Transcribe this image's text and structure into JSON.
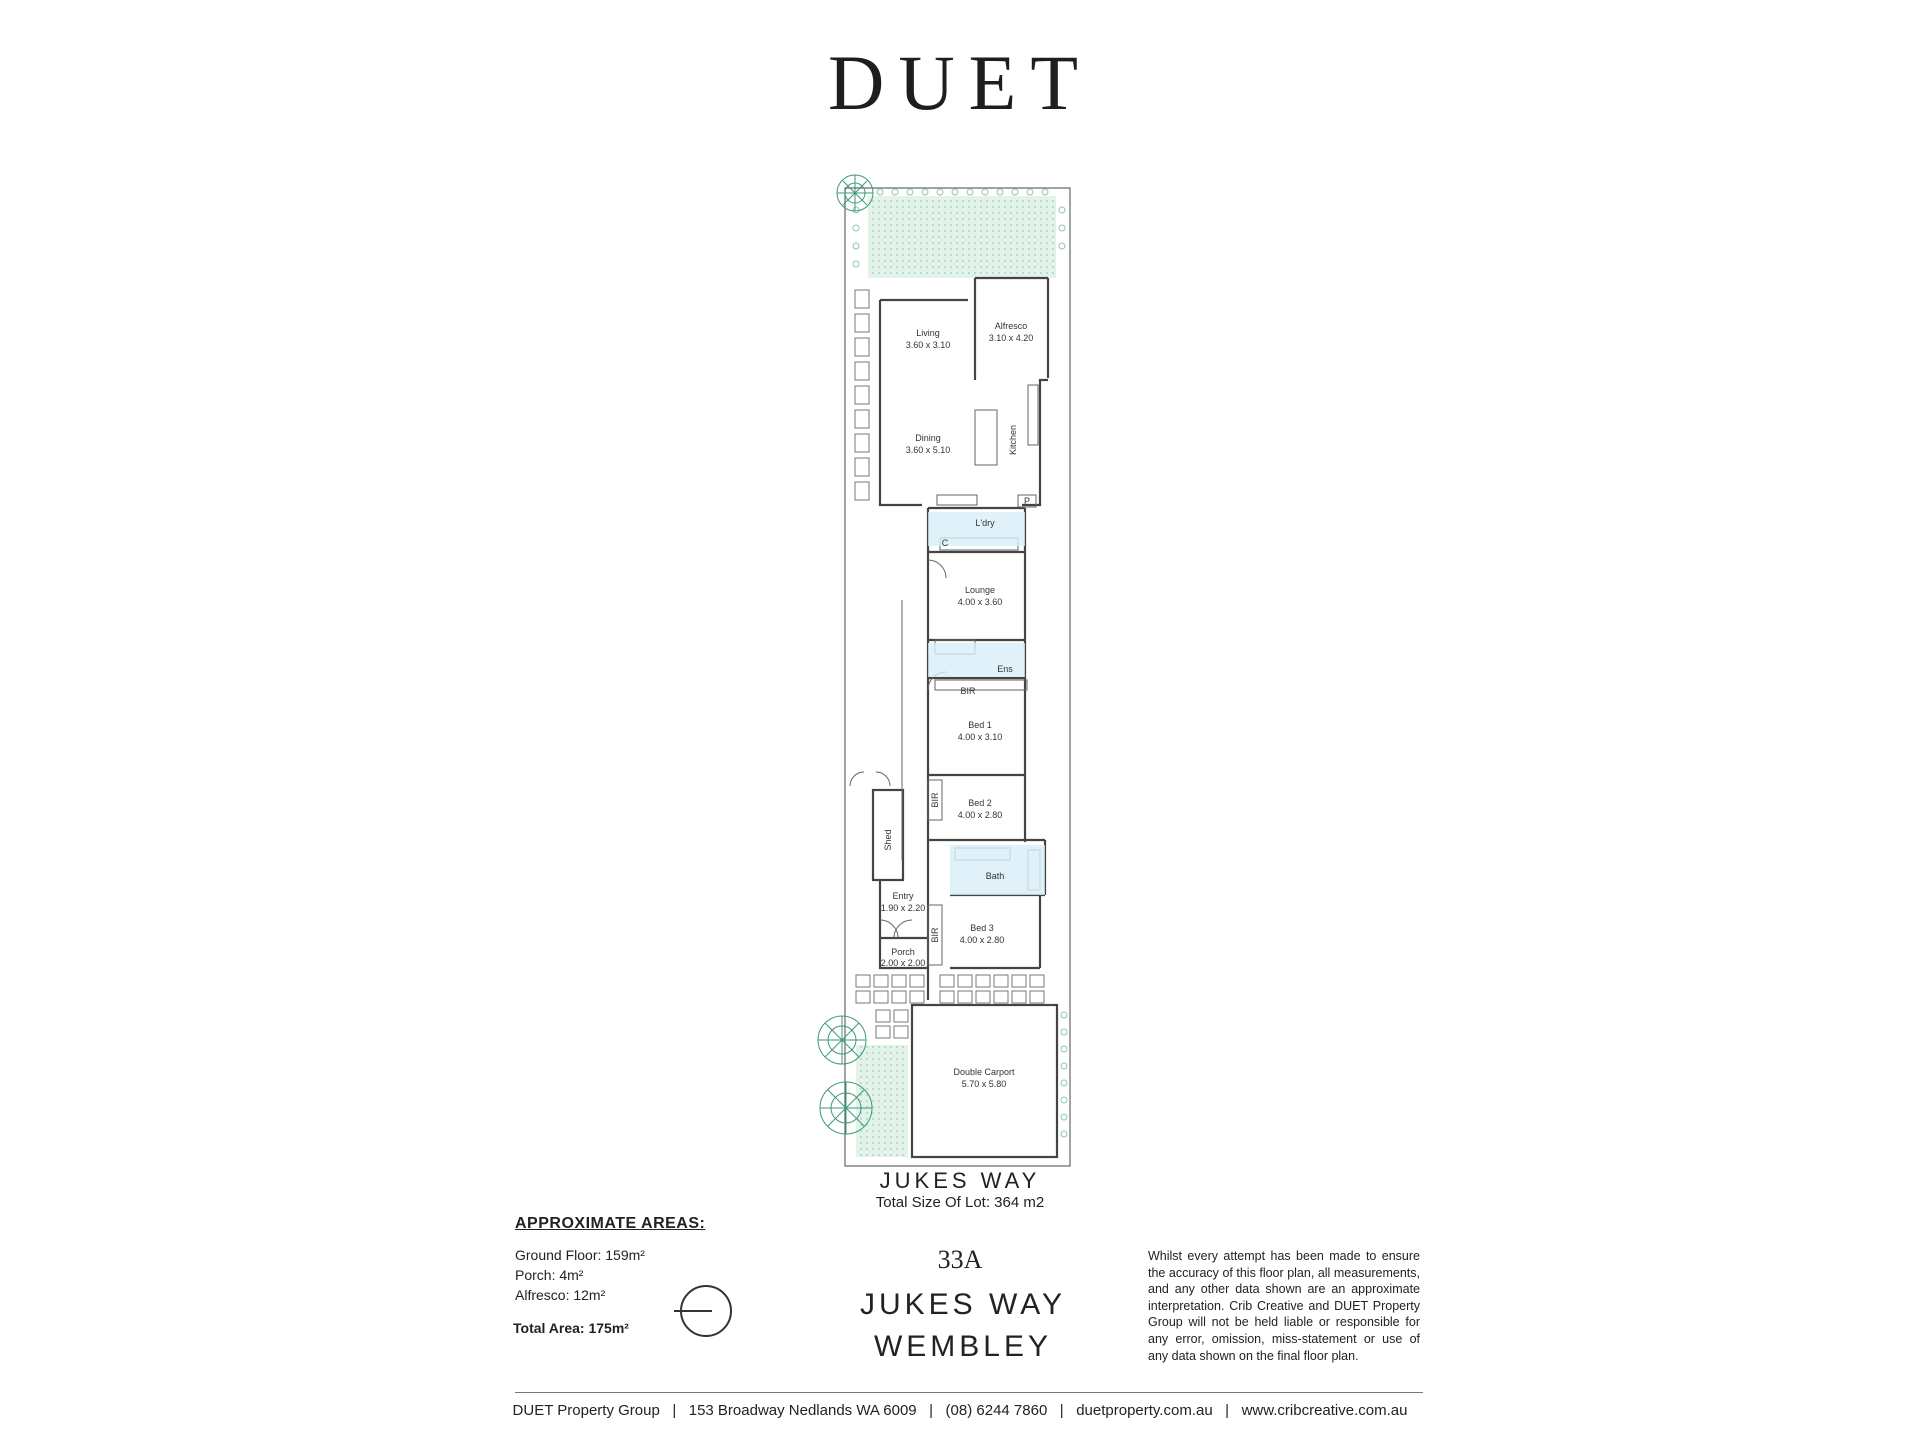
{
  "brand": "DUET",
  "plan": {
    "rooms": [
      {
        "name": "Living",
        "dims": "3.60 x 3.10"
      },
      {
        "name": "Alfresco",
        "dims": "3.10 x 4.20"
      },
      {
        "name": "Dining",
        "dims": "3.60 x 5.10"
      },
      {
        "name": "Kitchen",
        "dims": ""
      },
      {
        "name": "P",
        "dims": ""
      },
      {
        "name": "L'dry",
        "dims": ""
      },
      {
        "name": "C",
        "dims": ""
      },
      {
        "name": "Lounge",
        "dims": "4.00 x 3.60"
      },
      {
        "name": "Ens",
        "dims": ""
      },
      {
        "name": "BIR",
        "dims": ""
      },
      {
        "name": "Bed 1",
        "dims": "4.00 x 3.10"
      },
      {
        "name": "Bed 2",
        "dims": "4.00 x 2.80"
      },
      {
        "name": "Shed",
        "dims": ""
      },
      {
        "name": "Bath",
        "dims": ""
      },
      {
        "name": "Entry",
        "dims": "1.90 x 2.20"
      },
      {
        "name": "Bed 3",
        "dims": "4.00 x 2.80"
      },
      {
        "name": "Porch",
        "dims": "2.00 x 2.00"
      },
      {
        "name": "Double Carport",
        "dims": "5.70 x 5.80"
      }
    ],
    "street": "JUKES WAY",
    "lot_size": "Total Size Of Lot: 364 m2"
  },
  "areas": {
    "title": "APPROXIMATE AREAS:",
    "ground_floor": "Ground Floor: 159m²",
    "porch": "Porch: 4m²",
    "alfresco": "Alfresco: 12m²",
    "total": "Total Area: 175m²"
  },
  "address": {
    "unit": "33A",
    "street": "JUKES WAY",
    "suburb": "WEMBLEY"
  },
  "disclaimer": "Whilst every attempt has been made to ensure the accuracy of this floor plan, all measurements, and any other data shown are an approximate interpretation. Crib Creative and DUET Property Group will not be held liable or responsible for any error, omission, miss-statement or use of any data shown on the final floor plan.",
  "footer": "DUET Property Group   |   153 Broadway Nedlands WA 6009   |   (08) 6244 7860   |   duetproperty.com.au   |   www.cribcreative.com.au",
  "colors": {
    "lawn": "#cfe9dc",
    "tree": "#3a9a78",
    "wet_area": "#d8eef8",
    "line": "#555555"
  }
}
